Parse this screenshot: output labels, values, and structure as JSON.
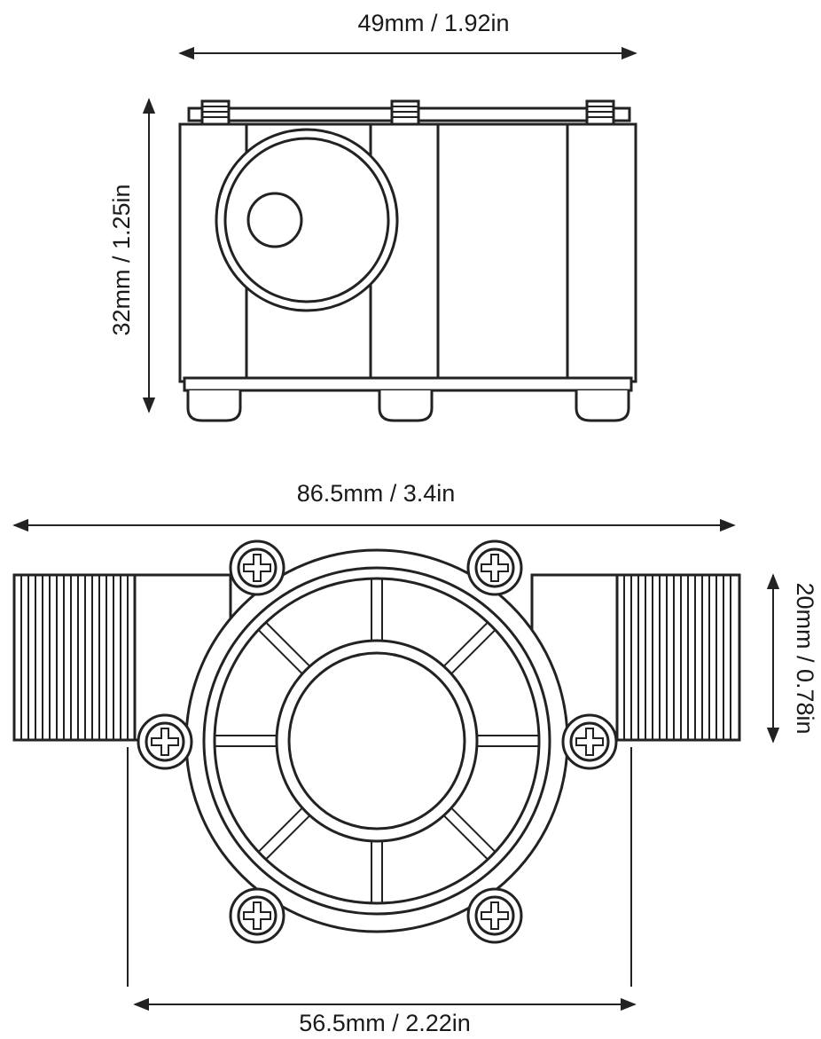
{
  "dimensions": {
    "top_width": "49mm / 1.92in",
    "top_height": "32mm / 1.25in",
    "total_length": "86.5mm / 3.4in",
    "thread_diameter": "20mm / 0.78in",
    "body_width": "56.5mm / 2.22in"
  },
  "colors": {
    "line": "#222222",
    "background": "#ffffff"
  }
}
